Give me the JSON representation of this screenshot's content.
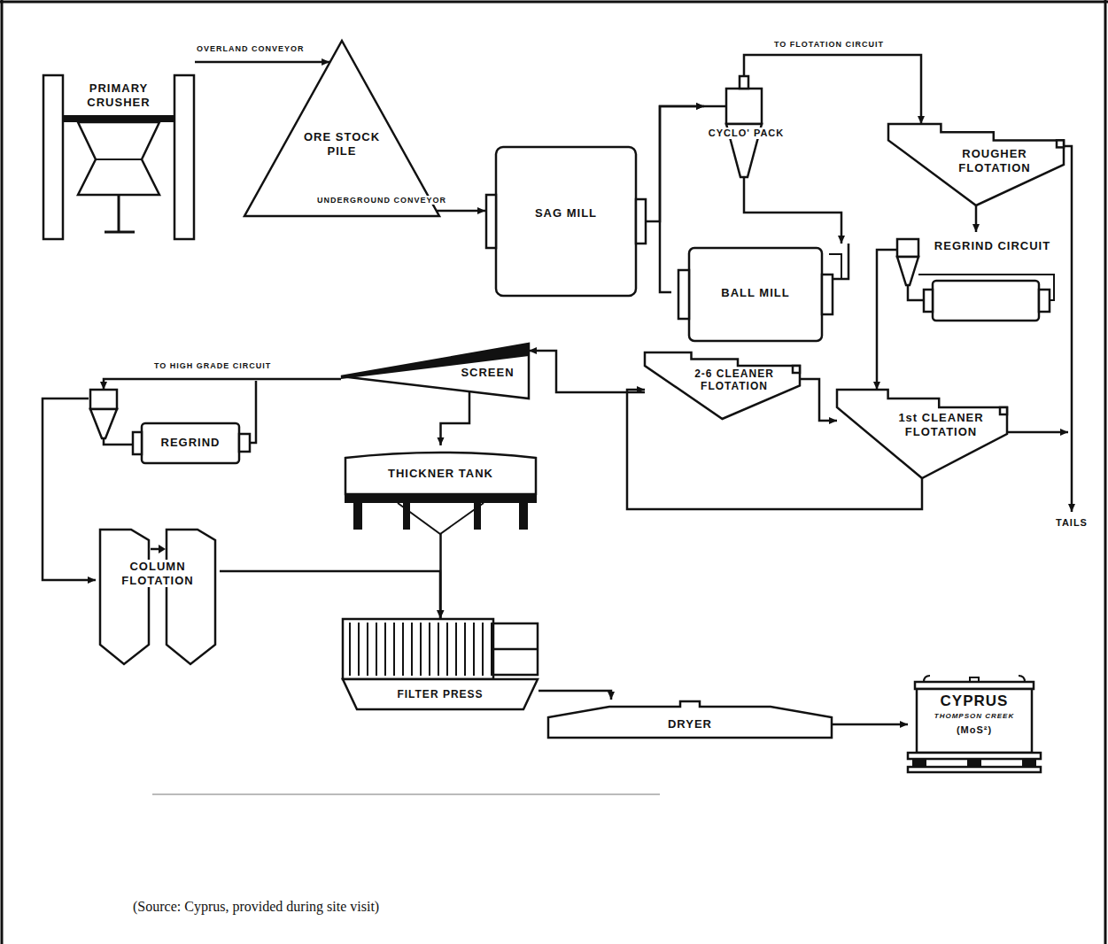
{
  "diagram": {
    "caption": "(Source: Cyprus, provided during site visit)",
    "nodes": [
      {
        "text": [
          "PRIMARY CRUSHER"
        ]
      },
      {
        "text": [
          "ORE STOCK PILE"
        ]
      },
      {
        "text": [
          "SAG MILL"
        ]
      },
      {
        "text": [
          "CYCLO' PACK"
        ]
      },
      {
        "text": [
          "BALL MILL"
        ]
      },
      {
        "text": [
          "ROUGHER FLOTATION"
        ]
      },
      {
        "text": [
          "REGRIND CIRCUIT"
        ]
      },
      {
        "text": [
          "2-6 CLEANER FLOTATION"
        ]
      },
      {
        "text": [
          "1st CLEANER FLOTATION"
        ]
      },
      {
        "text": [
          "SCREEN"
        ]
      },
      {
        "text": [
          "REGRIND"
        ]
      },
      {
        "text": [
          "THICKNER TANK"
        ]
      },
      {
        "text": [
          "COLUMN FLOTATION"
        ]
      },
      {
        "text": [
          "FILTER PRESS"
        ]
      },
      {
        "text": [
          "DRYER"
        ]
      },
      {
        "text": [
          "CYPRUS",
          "THOMPSON CREEK",
          "(MoS²)"
        ]
      }
    ],
    "edges": [
      {
        "from": 0,
        "to": 1,
        "label": "OVERLAND CONVEYOR",
        "arrow": "to"
      },
      {
        "from": 1,
        "to": 2,
        "label": "UNDERGROUND CONVEYOR",
        "arrow": "to"
      },
      {
        "from": 2,
        "to": 3,
        "arrow": "to"
      },
      {
        "from": 3,
        "to": 5,
        "label": "TO FLOTATION CIRCUIT",
        "arrow": "to"
      },
      {
        "from": 3,
        "to": 4,
        "arrow": "to"
      },
      {
        "from": 4,
        "to": 3,
        "arrow": "to"
      },
      {
        "from": 5,
        "to": 6,
        "arrow": "to"
      },
      {
        "from": 6,
        "to": 8,
        "arrow": "to"
      },
      {
        "from": 8,
        "to": 7,
        "arrow": "to"
      },
      {
        "from": 7,
        "to": 8,
        "arrow": "to"
      },
      {
        "from": 7,
        "to": 9,
        "arrow": "to"
      },
      {
        "from": 9,
        "to": 10,
        "label": "TO HIGH GRADE CIRCUIT",
        "arrow": "to"
      },
      {
        "from": 9,
        "to": 11,
        "arrow": "to"
      },
      {
        "from": 10,
        "to": 12,
        "arrow": "to"
      },
      {
        "from": 12,
        "to": 13,
        "arrow": "to"
      },
      {
        "from": 11,
        "to": 13,
        "arrow": "to"
      },
      {
        "from": 13,
        "to": 14,
        "arrow": "to"
      },
      {
        "from": 14,
        "to": 15,
        "arrow": "to"
      }
    ],
    "labels": [
      "TAILS"
    ]
  }
}
